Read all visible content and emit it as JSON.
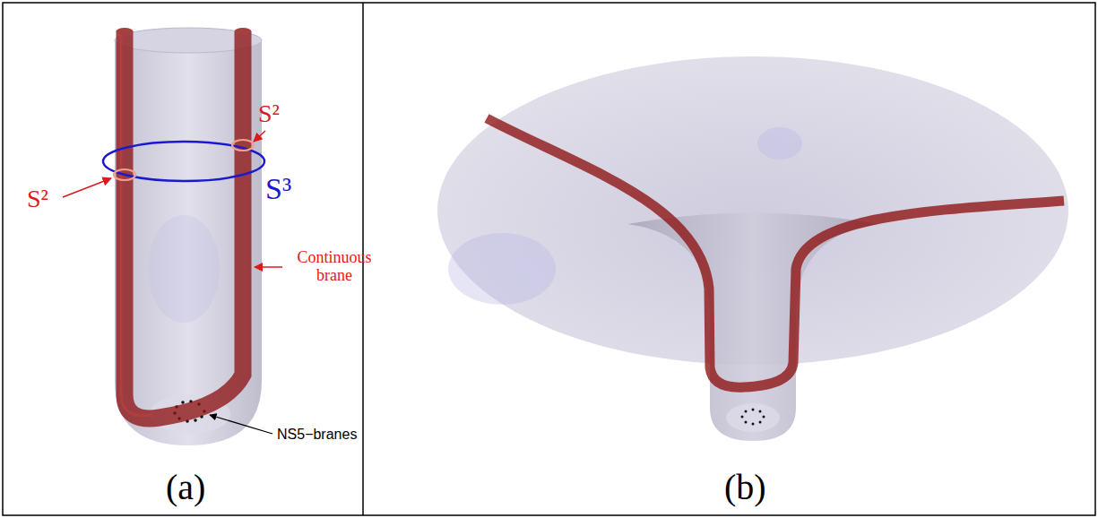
{
  "diagram": {
    "labels": [
      "S²",
      "S²",
      "S³",
      "Continuous brane",
      "NS5−branes",
      "(a)",
      "(b)"
    ]
  }
}
